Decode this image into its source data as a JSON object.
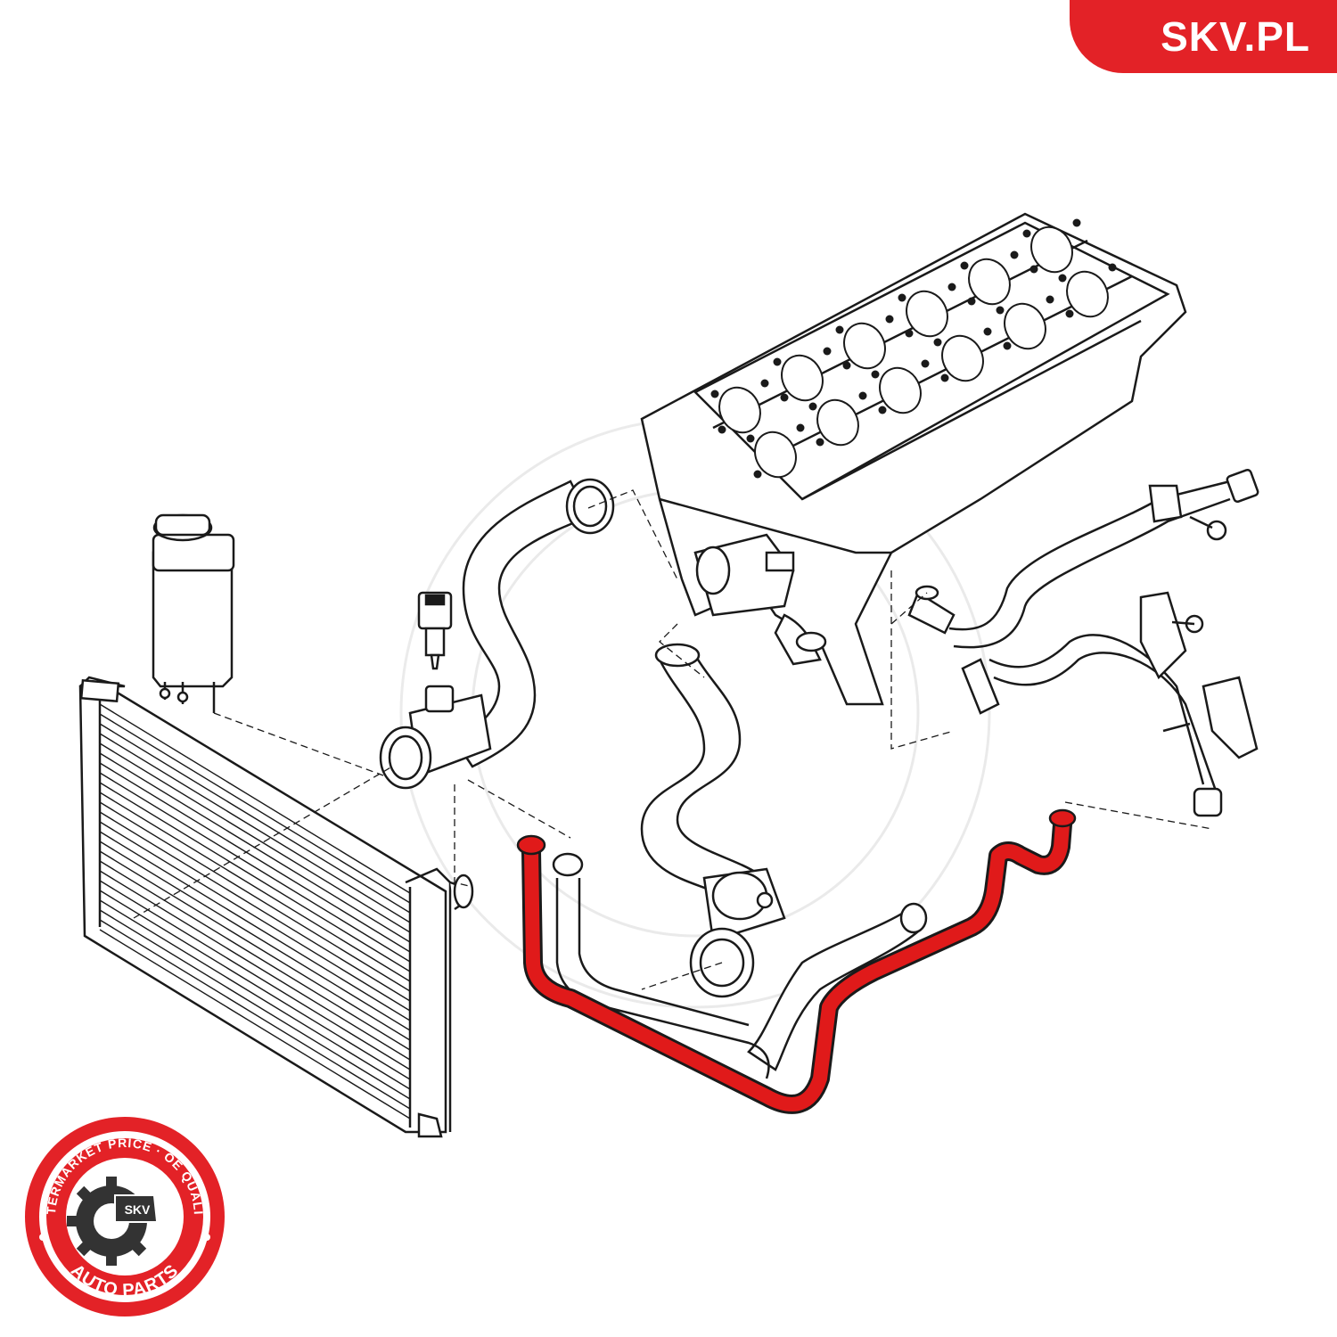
{
  "header": {
    "brand": "SKV.PL"
  },
  "badge": {
    "top_text": "AFTERMARKET PRICE · OE QUALITY",
    "bottom_text": "AUTO PARTS",
    "center_text": "SKV"
  },
  "colors": {
    "accent": "#e32227",
    "line": "#1a1a1a",
    "highlight_hose": "#e01a1a",
    "badge_dark": "#333333"
  }
}
